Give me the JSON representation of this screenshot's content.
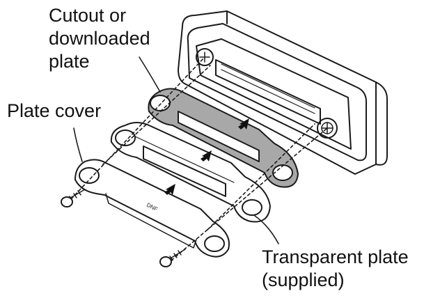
{
  "labels": {
    "cutout_line1": "Cutout or",
    "cutout_line2": "downloaded",
    "cutout_line3": "plate",
    "plate_cover": "Plate cover",
    "transparent_line1": "Transparent plate",
    "transparent_line2": "(supplied)"
  },
  "plate_cover_marking": "DNF",
  "colors": {
    "line": "#1a1a1a",
    "shaded_plate": "#a8a8a8",
    "background": "#ffffff"
  }
}
